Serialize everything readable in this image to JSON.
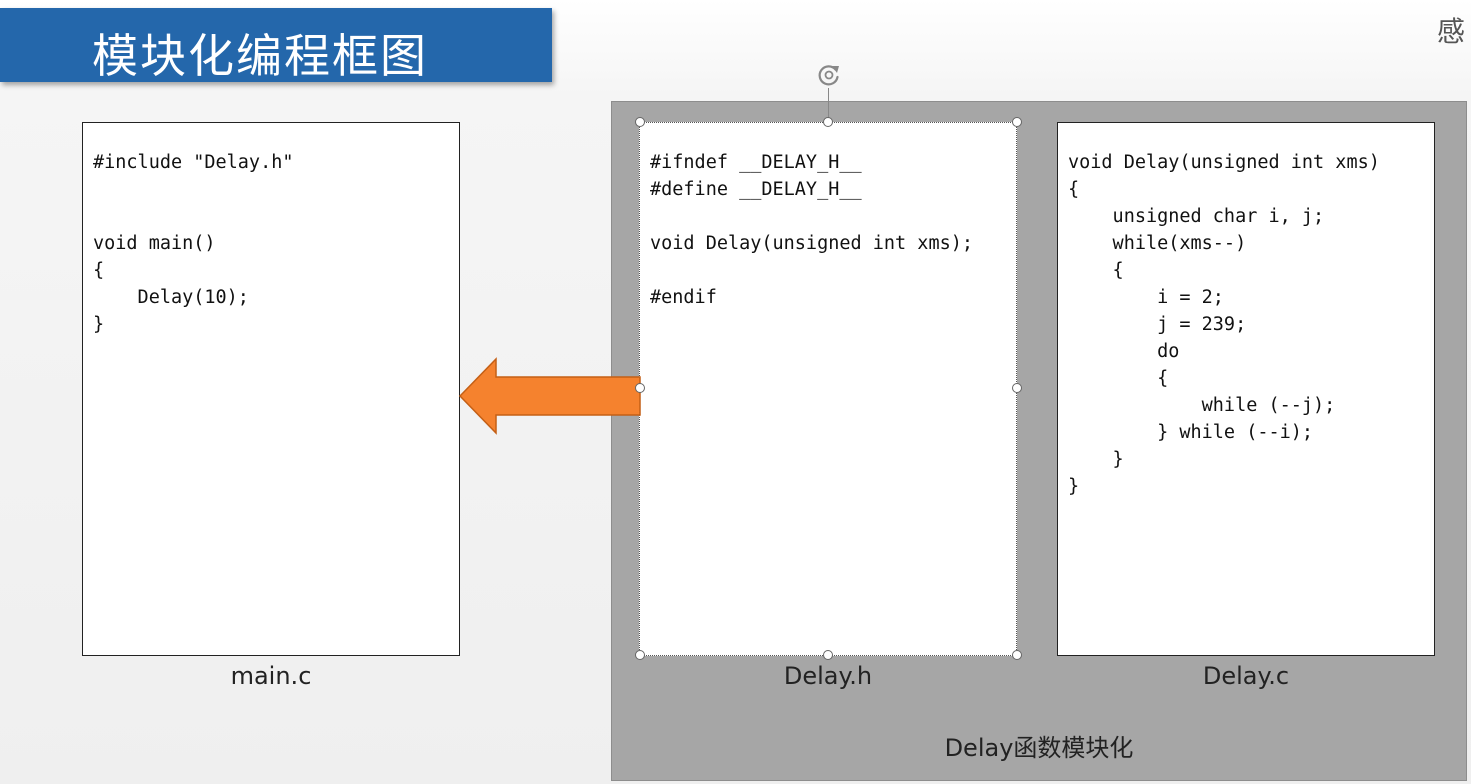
{
  "slide": {
    "title": "模块化编程框图",
    "corner_text": "感"
  },
  "main_panel": {
    "code": "#include \"Delay.h\"\n\n\nvoid main()\n{\n    Delay(10);\n}",
    "caption": "main.c"
  },
  "header_panel": {
    "code": "#ifndef __DELAY_H__\n#define __DELAY_H__\n\nvoid Delay(unsigned int xms);\n\n#endif",
    "caption": "Delay.h"
  },
  "source_panel": {
    "code": "void Delay(unsigned int xms)\n{\n    unsigned char i, j;\n    while(xms--)\n    {\n        i = 2;\n        j = 239;\n        do\n        {\n            while (--j);\n        } while (--i);\n    }\n}",
    "caption": "Delay.c"
  },
  "group": {
    "caption": "Delay函数模块化"
  },
  "colors": {
    "title_bar": "#2467ab",
    "arrow_fill": "#f5822e",
    "arrow_stroke": "#c45f15",
    "group_background": "#a6a6a6"
  },
  "icons": {
    "rotate": "rotate-handle-icon",
    "arrow": "left-arrow-icon"
  }
}
